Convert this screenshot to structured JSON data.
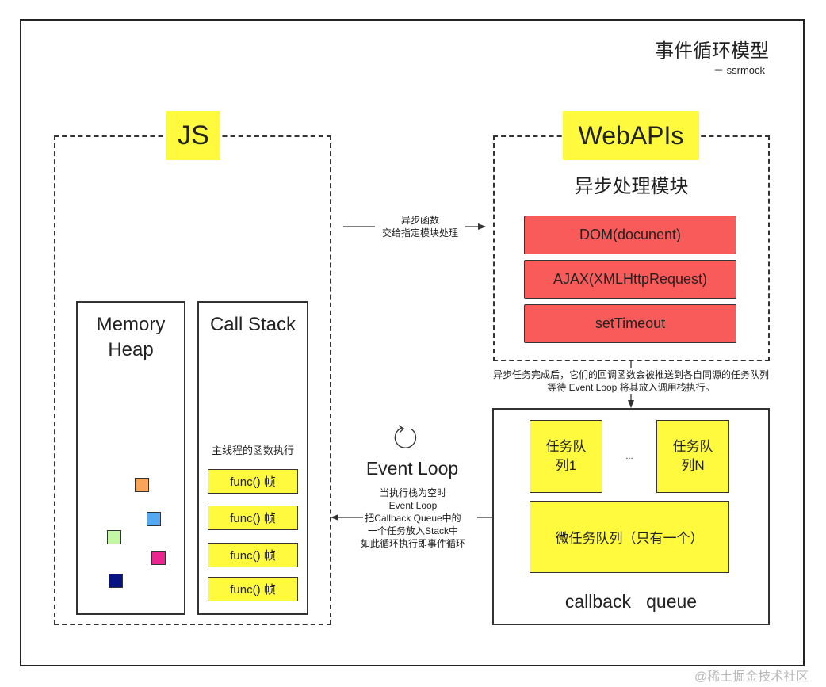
{
  "title": "事件循环模型",
  "author": "－ ssrmock",
  "js": {
    "label": "JS",
    "memory_heap": "Memory\nHeap",
    "call_stack": "Call Stack",
    "main_thread_caption": "主线程的函数执行",
    "frames": [
      "func() 帧",
      "func() 帧",
      "func() 帧",
      "func() 帧"
    ],
    "heap_colors": [
      "#f8a55a",
      "#57a8f2",
      "#c4f7a3",
      "#ea2590",
      "#071382"
    ]
  },
  "webapis": {
    "label": "WebAPIs",
    "subtitle": "异步处理模块",
    "items": [
      "DOM(docunent)",
      "AJAX(XMLHttpRequest)",
      "setTimeout"
    ]
  },
  "arrow_js_to_web": {
    "line1": "异步函数",
    "line2": "交给指定模块处理"
  },
  "arrow_web_to_queue": {
    "line1": "异步任务完成后，它们的回调函数会被推送到各自同源的任务队列",
    "line2": "等待 Event Loop 将其放入调用栈执行。"
  },
  "event_loop": {
    "label": "Event Loop",
    "desc": [
      "当执行栈为空时",
      "Event Loop",
      "把Callback Queue中的",
      "一个任务放入Stack中",
      "如此循环执行即事件循环"
    ]
  },
  "callback_queue": {
    "label": "callback   queue",
    "queue1": "任务队\n列1",
    "queueN": "任务队\n列N",
    "dots": "...",
    "micro": "微任务队列（只有一个）"
  },
  "watermark": "@稀土掘金技术社区",
  "colors": {
    "highlight": "#fffa3d",
    "api_red": "#f95b5b"
  }
}
